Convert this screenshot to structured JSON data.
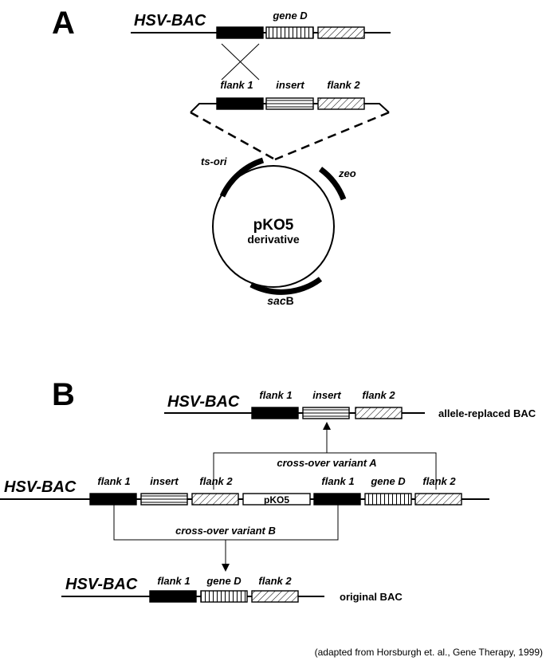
{
  "panel_a": {
    "label": "A",
    "hsv_bac": "HSV-BAC",
    "gene_d": "gene D",
    "flank1": "flank 1",
    "insert": "insert",
    "flank2": "flank 2",
    "ts_ori": "ts-ori",
    "zeo": "zeo",
    "plasmid_name": "pKO5",
    "plasmid_sub": "derivative",
    "sacb_italic": "sac",
    "sacb_plain": "B"
  },
  "panel_b": {
    "label": "B",
    "top": {
      "hsv_bac": "HSV-BAC",
      "flank1": "flank 1",
      "insert": "insert",
      "flank2": "flank 2",
      "result": "allele-replaced BAC"
    },
    "crossover_a": "cross-over variant A",
    "middle": {
      "hsv_bac": "HSV-BAC",
      "flank1": "flank 1",
      "insert": "insert",
      "flank2": "flank 2",
      "pko5": "pKO5",
      "flank1_b": "flank 1",
      "gene_d": "gene D",
      "flank2_b": "flank 2"
    },
    "crossover_b": "cross-over variant B",
    "bottom": {
      "hsv_bac": "HSV-BAC",
      "flank1": "flank 1",
      "gene_d": "gene D",
      "flank2": "flank 2",
      "result": "original BAC"
    }
  },
  "citation": "(adapted from Horsburgh et. al., Gene Therapy, 1999)"
}
